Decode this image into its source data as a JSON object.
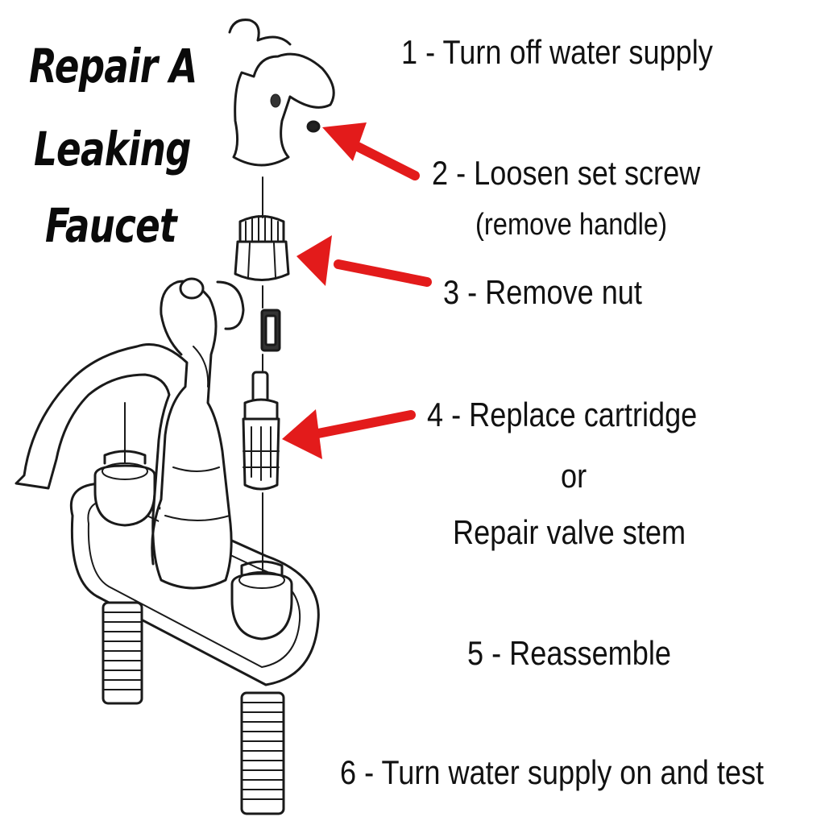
{
  "title": {
    "line1": "Repair A",
    "line2": "Leaking",
    "line3": "Faucet"
  },
  "steps": {
    "s1": "1 - Turn off water supply",
    "s2": "2 - Loosen set screw",
    "s2_sub": "(remove handle)",
    "s3": "3 - Remove nut",
    "s4": "4 - Replace cartridge",
    "s4_or": "or",
    "s4_alt": "Repair valve stem",
    "s5": "5 - Reassemble",
    "s6": "6 - Turn water supply on and test"
  },
  "colors": {
    "arrow": "#e31b1b",
    "ink": "#111111",
    "background": "#ffffff"
  }
}
